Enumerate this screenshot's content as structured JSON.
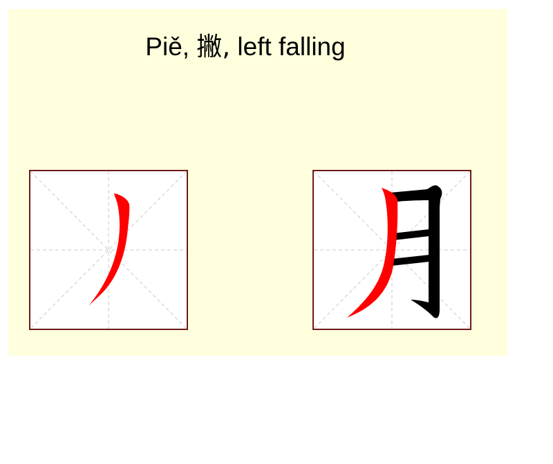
{
  "title": {
    "pinyin": "Piě,",
    "hanzi": "撇,",
    "meaning": "left falling"
  },
  "stroke_example": {
    "stroke_glyph": "丿",
    "character_glyph": "月"
  },
  "colors": {
    "background": "#ffffdd",
    "box_border": "#6b1a1a",
    "grid_line": "#c8c8c8",
    "highlight_stroke": "#ff0000",
    "remaining_strokes": "#000000"
  }
}
